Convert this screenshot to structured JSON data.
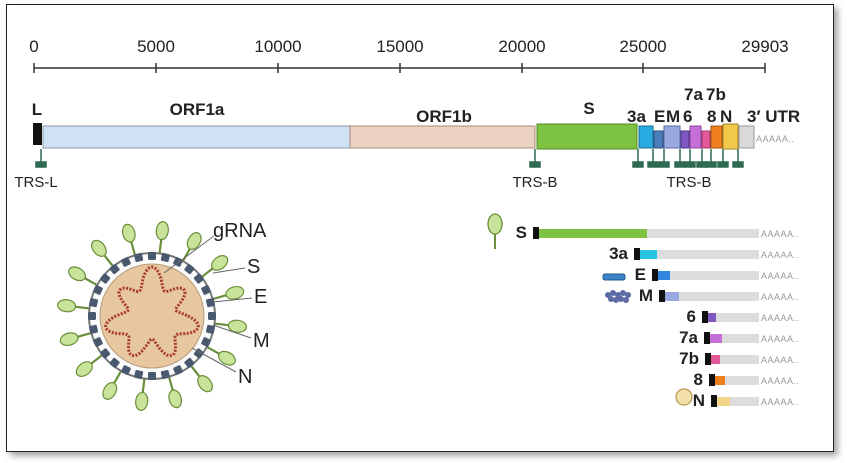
{
  "axis": {
    "ticks": [
      "0",
      "5000",
      "10000",
      "15000",
      "20000",
      "25000",
      "29903"
    ]
  },
  "genome": {
    "segments": [
      {
        "name": "L",
        "label": "L"
      },
      {
        "name": "ORF1a",
        "label": "ORF1a",
        "color": "#cfe2f3"
      },
      {
        "name": "ORF1b",
        "label": "ORF1b",
        "color": "#ecd2c2"
      },
      {
        "name": "S",
        "label": "S",
        "color": "#7dc242"
      },
      {
        "name": "3a",
        "label": "3a",
        "color": "#29abe2"
      },
      {
        "name": "E",
        "label": "E",
        "color": "#4a7ebb"
      },
      {
        "name": "M",
        "label": "M",
        "color": "#9aa8e0"
      },
      {
        "name": "6",
        "label": "6",
        "color": "#7e57c2"
      },
      {
        "name": "7a",
        "label": "7a",
        "color": "#c76fd8"
      },
      {
        "name": "7b",
        "label": "7b",
        "color": "#e4589a"
      },
      {
        "name": "8",
        "label": "8",
        "color": "#f07f1d"
      },
      {
        "name": "N",
        "label": "N",
        "color": "#f2c84b"
      },
      {
        "name": "3UTR",
        "label": "3′ UTR",
        "color": "#d9d9d9"
      }
    ],
    "polya": "AAAAA..",
    "trs_left": "TRS-L",
    "trs_b_mid": "TRS-B",
    "trs_b_right": "TRS-B"
  },
  "virion": {
    "labels": [
      "gRNA",
      "S",
      "E",
      "M",
      "N"
    ]
  },
  "subgenomic": {
    "polya": "AAAAA..",
    "rows": [
      {
        "label": "S",
        "color": "#7dc242",
        "icon": "spike-icon"
      },
      {
        "label": "3a",
        "color": "#29c4e2",
        "icon": ""
      },
      {
        "label": "E",
        "color": "#2e86de",
        "icon": "envelope-icon"
      },
      {
        "label": "M",
        "color": "#9aa8e0",
        "icon": "membrane-icon"
      },
      {
        "label": "6",
        "color": "#7e57c2",
        "icon": ""
      },
      {
        "label": "7a",
        "color": "#c76fd8",
        "icon": ""
      },
      {
        "label": "7b",
        "color": "#e4589a",
        "icon": ""
      },
      {
        "label": "8",
        "color": "#f07f1d",
        "icon": ""
      },
      {
        "label": "N",
        "color": "#f2d48b",
        "icon": "nucleocapsid-icon"
      }
    ]
  }
}
